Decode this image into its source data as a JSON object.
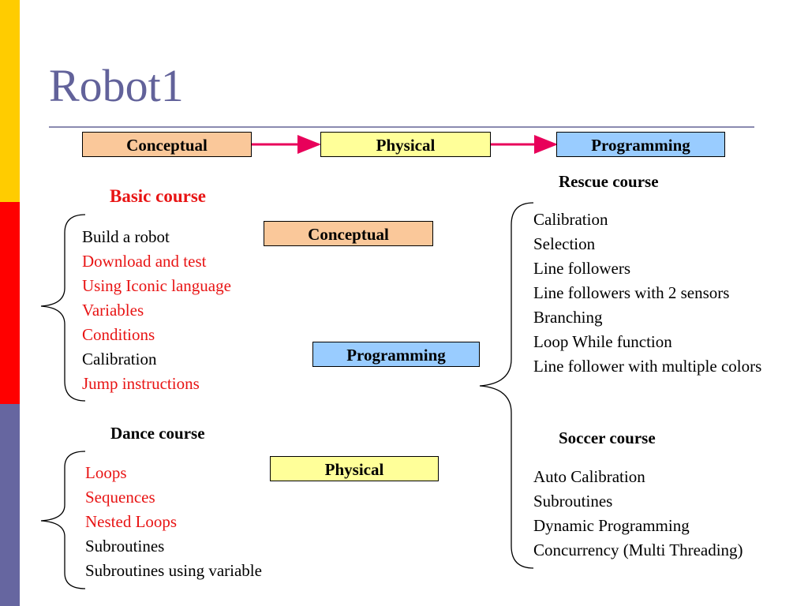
{
  "title": "Robot1",
  "flow": {
    "conceptual": "Conceptual",
    "physical": "Physical",
    "programming": "Programming"
  },
  "basic": {
    "heading": "Basic course",
    "items": [
      {
        "text": "Build a robot",
        "color": "#000000"
      },
      {
        "text": "Download and test",
        "color": "#E81414"
      },
      {
        "text": "Using Iconic language",
        "color": "#E81414"
      },
      {
        "text": "Variables",
        "color": "#E81414"
      },
      {
        "text": "Conditions",
        "color": "#E81414"
      },
      {
        "text": "Calibration",
        "color": "#000000"
      },
      {
        "text": "Jump instructions",
        "color": "#E81414"
      }
    ],
    "tag": "Conceptual"
  },
  "dance": {
    "heading": "Dance course",
    "items": [
      {
        "text": "Loops",
        "color": "#E81414"
      },
      {
        "text": "Sequences",
        "color": "#E81414"
      },
      {
        "text": "Nested Loops",
        "color": "#E81414"
      },
      {
        "text": "Subroutines",
        "color": "#000000"
      },
      {
        "text": "Subroutines using variable",
        "color": "#000000"
      }
    ],
    "tag": "Physical"
  },
  "middle_tag": "Programming",
  "rescue": {
    "heading": "Rescue course",
    "items": [
      "Calibration",
      "Selection",
      "Line followers",
      "Line followers with 2 sensors",
      "Branching",
      "Loop While function",
      "Line follower with multiple colors"
    ]
  },
  "soccer": {
    "heading": "Soccer course",
    "items": [
      "Auto Calibration",
      "Subroutines",
      "Dynamic Programming",
      "Concurrency (Multi Threading)"
    ]
  },
  "colors": {
    "title": "#62629A",
    "arrow": "#E8005A",
    "accent_red": "#E81414",
    "box_orange": "#FAC89A",
    "box_yellow": "#FFFF99",
    "box_blue": "#99CCFF"
  }
}
